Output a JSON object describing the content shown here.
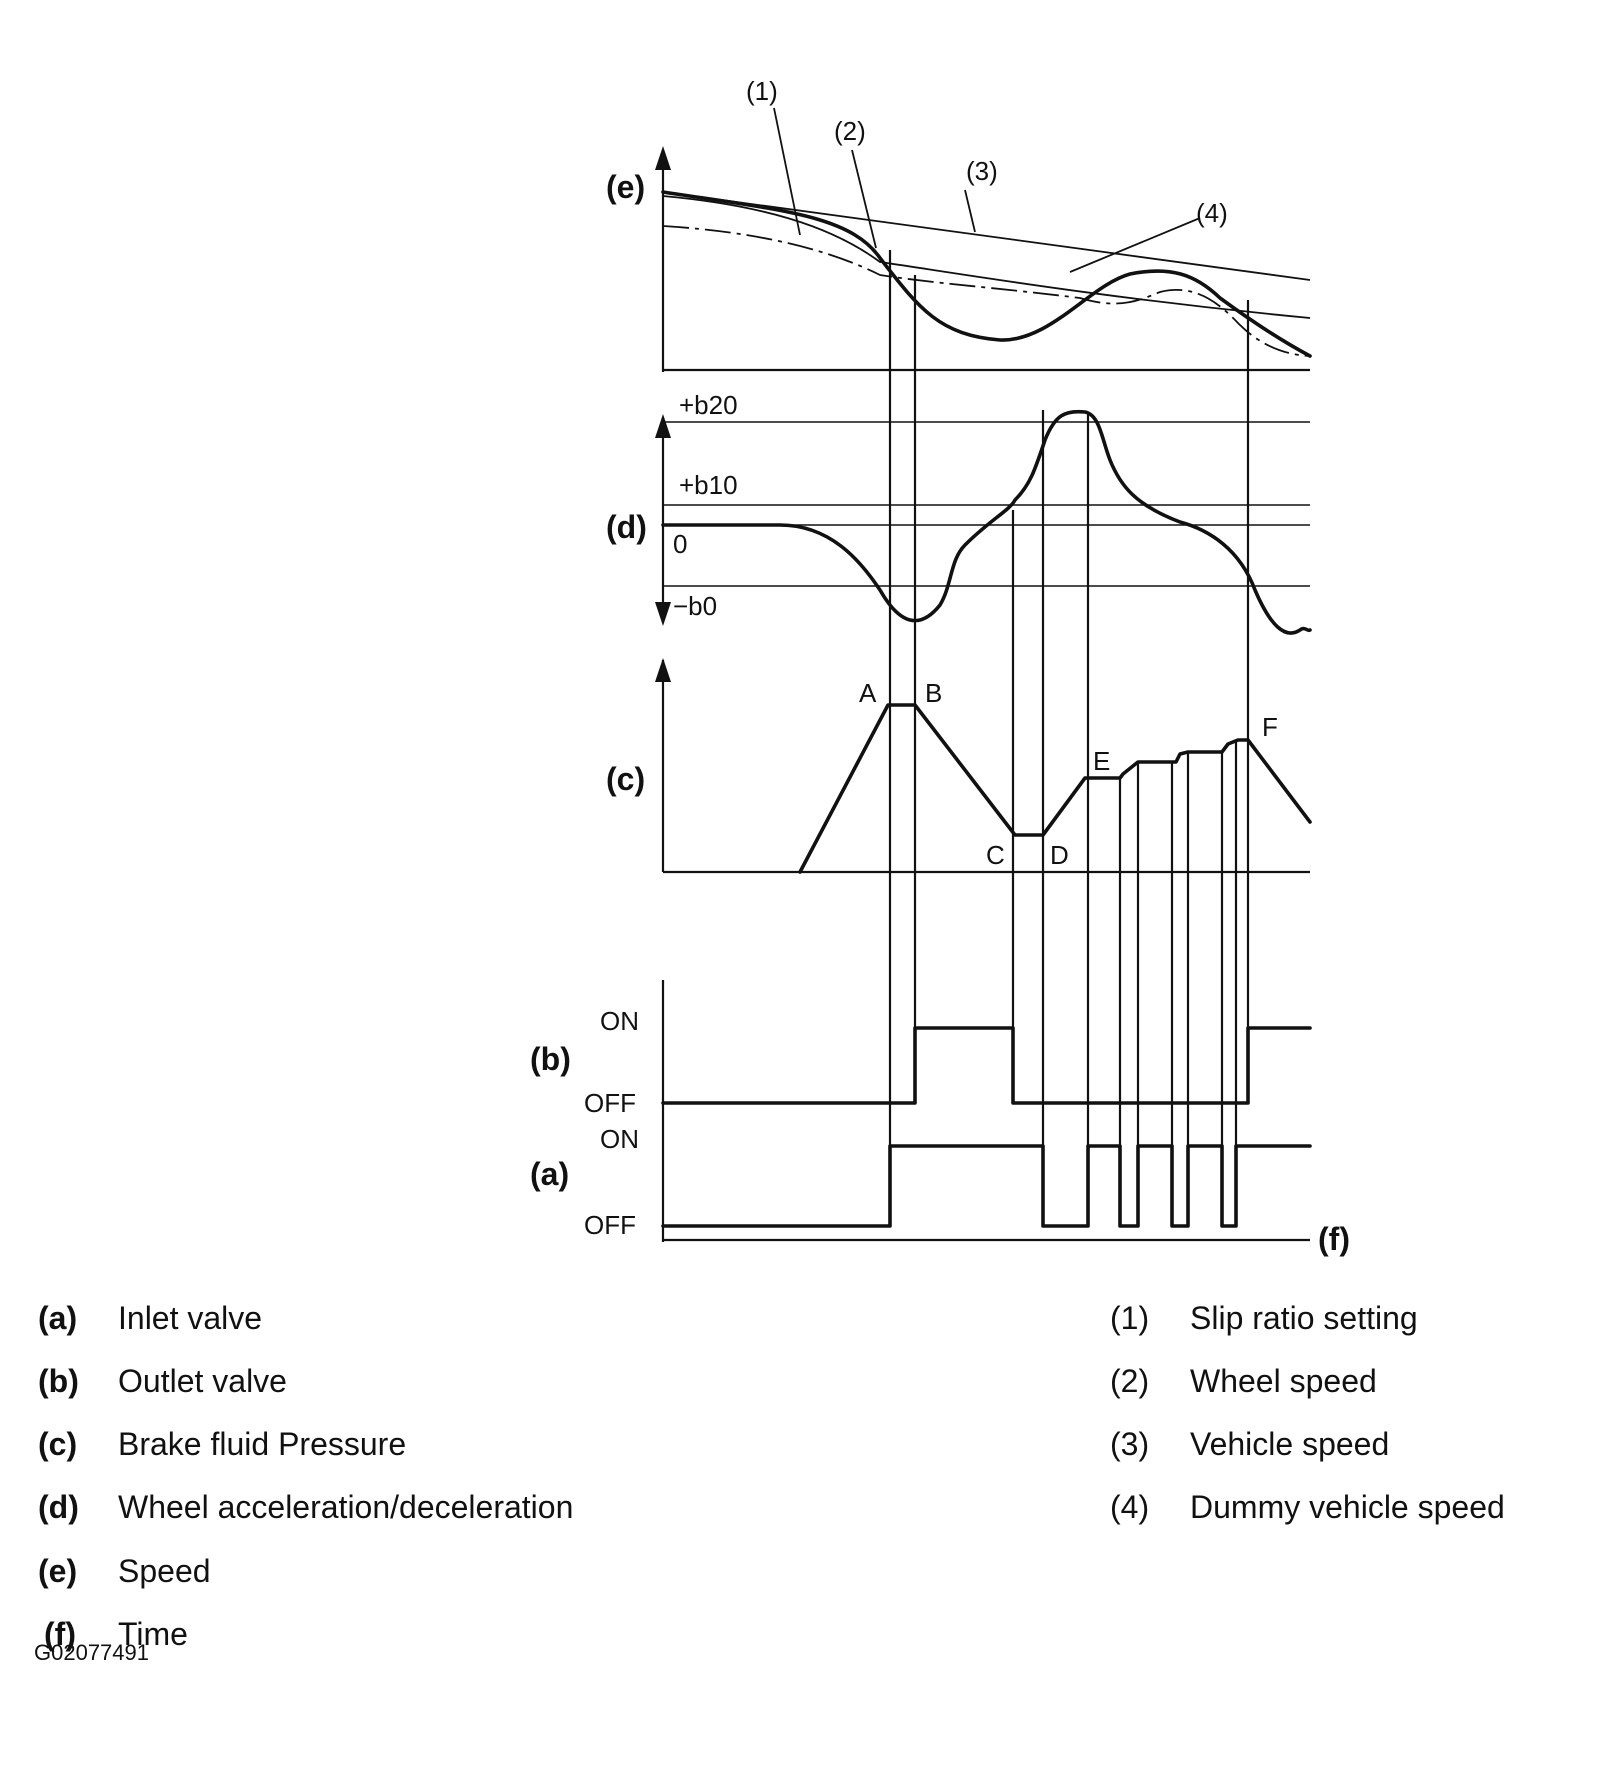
{
  "panels": {
    "e": "(e)",
    "d": "(d)",
    "c": "(c)",
    "b": "(b)",
    "a": "(a)",
    "f": "(f)"
  },
  "curve_callouts": [
    "(1)",
    "(2)",
    "(3)",
    "(4)"
  ],
  "accel_ticks": {
    "b20": "+b20",
    "b10": "+b10",
    "zero": "0",
    "b0": "−b0"
  },
  "valve_states": {
    "b_on": "ON",
    "b_off": "OFF",
    "a_on": "ON",
    "a_off": "OFF"
  },
  "pressure_points": [
    "A",
    "B",
    "C",
    "D",
    "E",
    "F"
  ],
  "legend_left": [
    {
      "key": "(a)",
      "text": "Inlet valve"
    },
    {
      "key": "(b)",
      "text": "Outlet valve"
    },
    {
      "key": "(c)",
      "text": "Brake fluid Pressure"
    },
    {
      "key": "(d)",
      "text": "Wheel acceleration/deceleration"
    },
    {
      "key": "(e)",
      "text": "Speed"
    },
    {
      "key": "(f)",
      "text": "Time"
    }
  ],
  "legend_right": [
    {
      "key": "(1)",
      "text": "Slip ratio setting"
    },
    {
      "key": "(2)",
      "text": "Wheel speed"
    },
    {
      "key": "(3)",
      "text": "Vehicle speed"
    },
    {
      "key": "(4)",
      "text": "Dummy vehicle speed"
    }
  ],
  "figure_code": "G02077491"
}
